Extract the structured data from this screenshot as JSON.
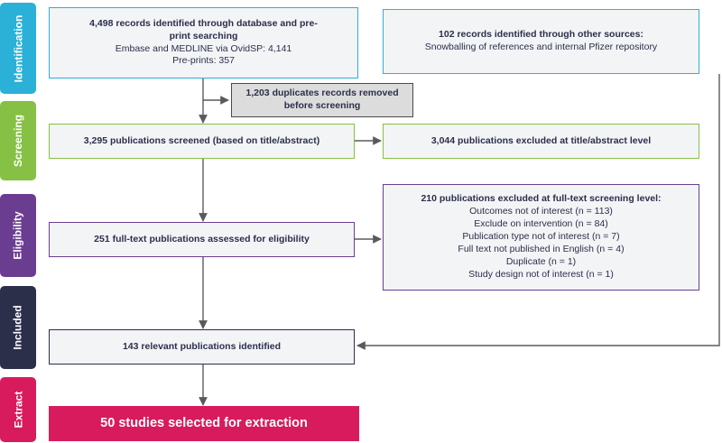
{
  "colors": {
    "identification": "#2bb0d8",
    "screening": "#86c045",
    "eligibility": "#6b3d91",
    "included": "#2b2f4a",
    "extract": "#d81b5c",
    "arrow": "#5a5a5a"
  },
  "phases": {
    "identification": "Identification",
    "screening": "Screening",
    "eligibility": "Eligibility",
    "included": "Included",
    "extract": "Extract"
  },
  "boxes": {
    "identified": {
      "title": "4,498 records identified through database and pre-print searching",
      "line1": "Embase and MEDLINE via OvidSP: 4,141",
      "line2": "Pre-prints: 357"
    },
    "other_sources": {
      "title": "102 records identified through other sources:",
      "line1": "Snowballing of references and internal Pfizer repository"
    },
    "duplicates": {
      "title": "1,203 duplicates records removed before screening"
    },
    "screened": {
      "title": "3,295 publications screened (based on title/abstract)"
    },
    "excluded_title": {
      "title": "3,044 publications excluded at title/abstract level"
    },
    "fulltext": {
      "title": "251 full-text publications assessed for eligibility"
    },
    "excluded_fulltext": {
      "title": "210 publications excluded at full-text screening level:",
      "reasons": [
        "Outcomes not of interest (n = 113)",
        "Exclude on intervention (n = 84)",
        "Publication type not of interest (n = 7)",
        "Full text not published in English (n = 4)",
        "Duplicate (n = 1)",
        "Study design not of interest (n = 1)"
      ]
    },
    "relevant": {
      "title": "143 relevant publications identified"
    },
    "extraction": {
      "title": "50 studies selected for extraction"
    }
  }
}
